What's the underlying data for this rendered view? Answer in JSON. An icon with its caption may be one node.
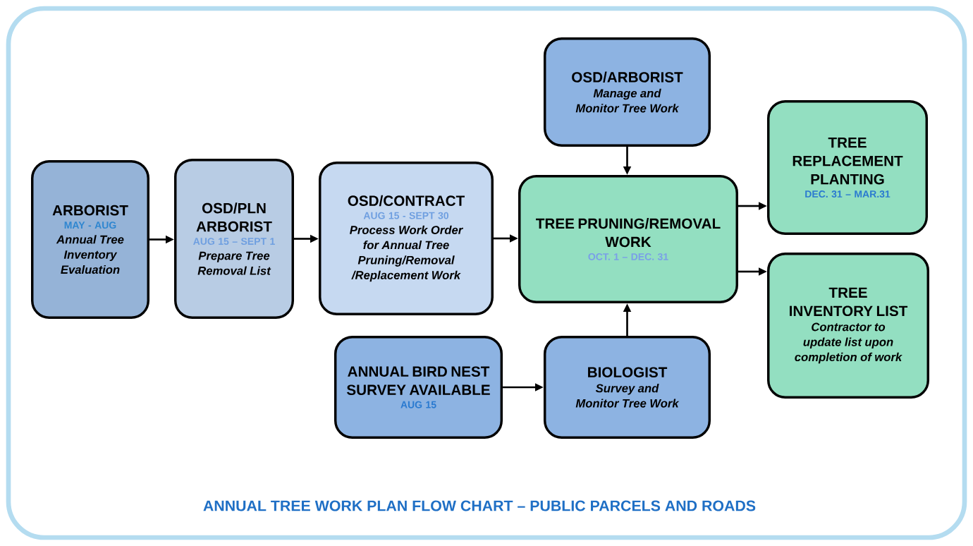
{
  "diagram": {
    "caption": "ANNUAL TREE WORK PLAN FLOW CHART – PUBLIC PARCELS AND ROADS",
    "nodes": [
      {
        "text": [
          "ARBORIST",
          "MAY - AUG",
          "Annual Tree Inventory Evaluation"
        ]
      },
      {
        "text": [
          "OSD/PLN ARBORIST",
          "AUG 15 – SEPT 1",
          "Prepare Tree Removal List"
        ]
      },
      {
        "text": [
          "OSD/CONTRACT",
          "AUG 15 - SEPT 30",
          "Process Work Order for Annual Tree Pruning/Removal /Replacement Work"
        ]
      },
      {
        "text": [
          "OSD/ARBORIST",
          "Manage and Monitor Tree Work"
        ]
      },
      {
        "text": [
          "TREE PRUNING/REMOVAL WORK",
          "OCT. 1 – DEC. 31"
        ]
      },
      {
        "text": [
          "TREE REPLACEMENT PLANTING",
          "DEC. 31 – MAR.31"
        ]
      },
      {
        "text": [
          "TREE INVENTORY LIST",
          "Contractor to update list upon completion of work"
        ]
      },
      {
        "text": [
          "ANNUAL BIRD NEST SURVEY AVAILABLE",
          "AUG 15"
        ]
      },
      {
        "text": [
          "BIOLOGIST",
          "Survey and Monitor Tree Work"
        ]
      }
    ],
    "edges": [
      {
        "from": 0,
        "to": 1,
        "arrow": "to"
      },
      {
        "from": 1,
        "to": 2,
        "arrow": "to"
      },
      {
        "from": 2,
        "to": 4,
        "arrow": "to"
      },
      {
        "from": 3,
        "to": 4,
        "arrow": "to"
      },
      {
        "from": 8,
        "to": 4,
        "arrow": "to"
      },
      {
        "from": 7,
        "to": 8,
        "arrow": "to"
      },
      {
        "from": 4,
        "to": 5,
        "arrow": "to"
      },
      {
        "from": 4,
        "to": 6,
        "arrow": "to"
      }
    ]
  }
}
